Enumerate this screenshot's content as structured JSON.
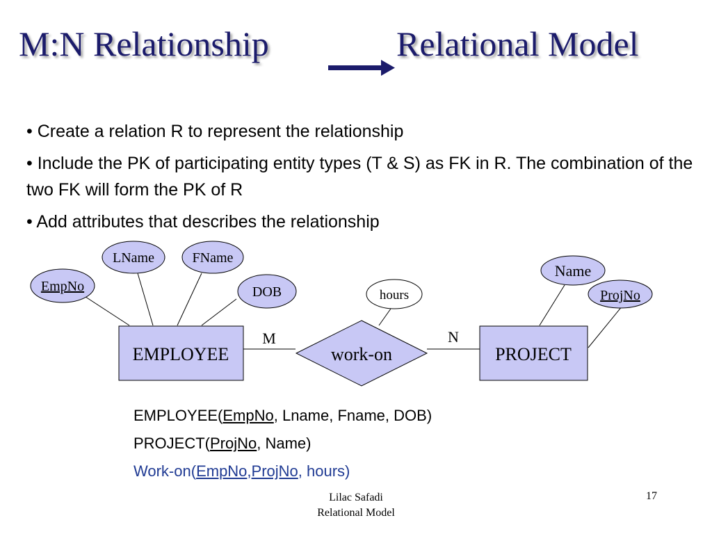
{
  "title": {
    "left": "M:N Relationship",
    "right": "Relational Model"
  },
  "bullets": [
    "• Create a relation R to represent the relationship",
    "• Include the PK of participating entity types (T & S) as FK in R. The combination of the two FK will form the PK of R",
    "• Add attributes that describes the relationship"
  ],
  "diagram": {
    "entities": {
      "employee": "EMPLOYEE",
      "project": "PROJECT"
    },
    "relationship": "work-on",
    "cardinality": {
      "left": "M",
      "right": "N"
    },
    "attributes": {
      "empno": "EmpNo",
      "lname": "LName",
      "fname": "FName",
      "dob": "DOB",
      "hours": "hours",
      "name": "Name",
      "projno": "ProjNo"
    },
    "colors": {
      "fill": "#c8c8f5",
      "stroke": "#000000"
    }
  },
  "relations": {
    "employee": {
      "name": "EMPLOYEE(",
      "pk": "EmpNo",
      "rest": ", Lname, Fname, DOB)"
    },
    "project": {
      "name": "PROJECT(",
      "pk": "ProjNo",
      "rest": ", Name)"
    },
    "workon": {
      "name": "Work-on(",
      "pk1": "EmpNo",
      "sep": ",",
      "pk2": "ProjNo",
      "rest": ", hours)"
    }
  },
  "footer": {
    "author": "Lilac Safadi",
    "course": "Relational Model",
    "page": "17"
  },
  "colors": {
    "title": "#1b1b6b",
    "workon": "#1f3a93"
  }
}
